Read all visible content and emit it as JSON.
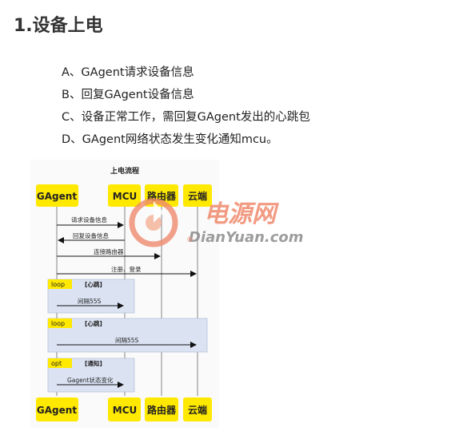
{
  "page": {
    "heading": "1.设备上电",
    "items": [
      "A、GAgent请求设备信息",
      "B、回复GAgent设备信息",
      "C、设备正常工作，需回复GAgent发出的心跳包",
      "D、GAgent网络状态发生变化通知mcu。"
    ]
  },
  "diagram": {
    "title": "上电流程",
    "actors": [
      "GAgent",
      "MCU",
      "路由器",
      "云端"
    ],
    "messages": [
      {
        "label": "请求设备信息",
        "from": 0,
        "to": 1
      },
      {
        "label": "回复设备信息",
        "from": 1,
        "to": 0
      },
      {
        "label": "连接路由器",
        "from": 0,
        "to": 2
      },
      {
        "label": "注册、登录",
        "from": 0,
        "to": 3
      }
    ],
    "frames": [
      {
        "tag": "loop",
        "condition": "[心跳]",
        "label": "间隔55S",
        "from": 0,
        "to": 1
      },
      {
        "tag": "loop",
        "condition": "[心跳]",
        "label": "间隔55S",
        "from": 0,
        "to": 3
      },
      {
        "tag": "opt",
        "condition": "[通知]",
        "label": "Gagent状态变化",
        "from": 0,
        "to": 1
      }
    ],
    "colors": {
      "actor_fill": "#ffe900",
      "frame_fill": "#dbe3f3",
      "lifeline": "#9a9a9a"
    }
  },
  "watermark": {
    "cn": "电源网",
    "en": "DianYuan.com",
    "color": "#f08a6e"
  }
}
